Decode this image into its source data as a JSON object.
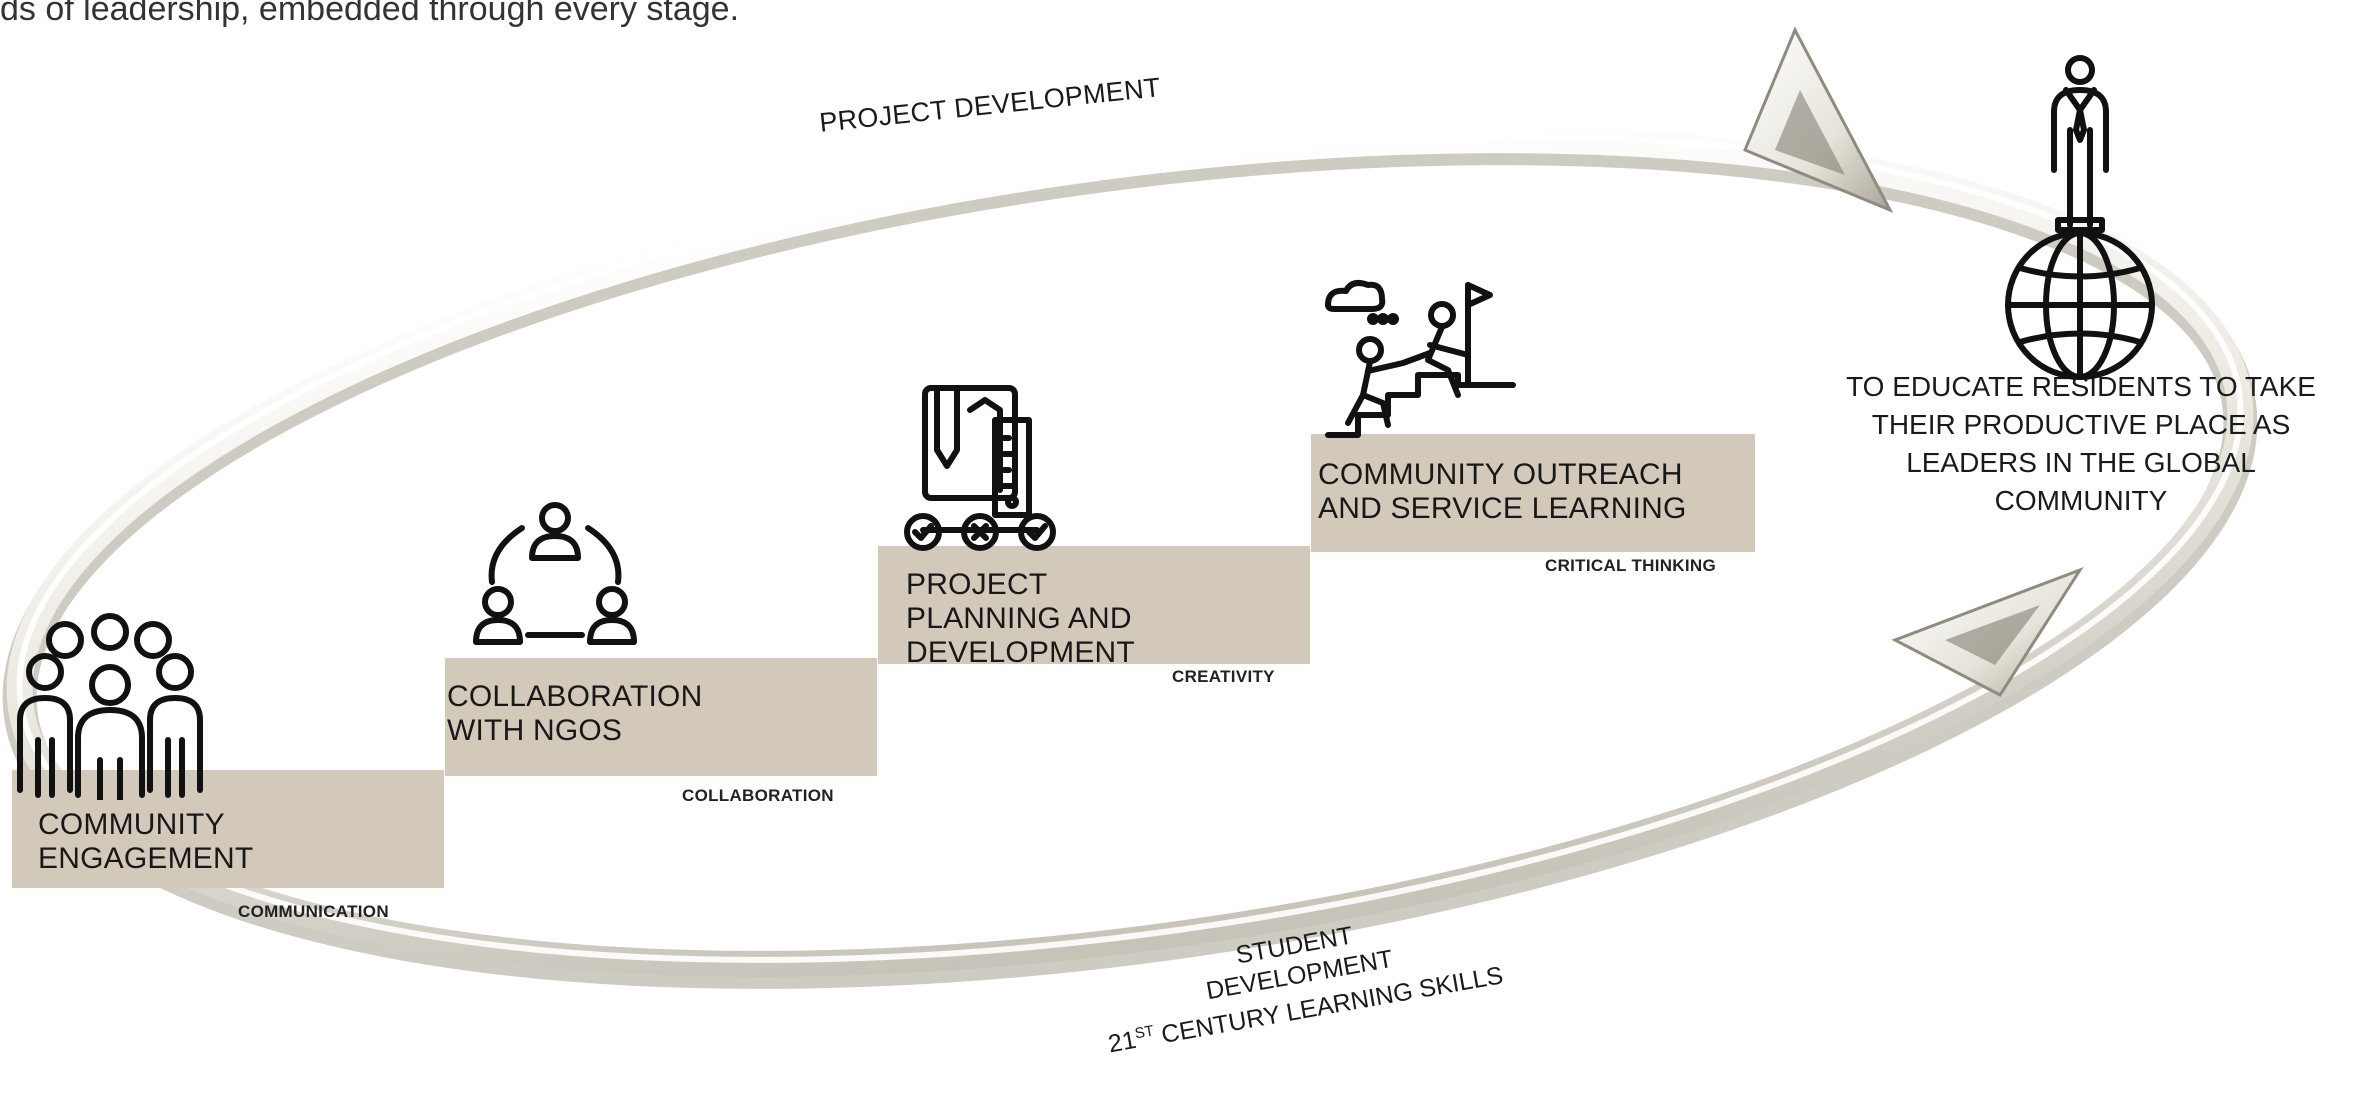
{
  "intro_text": "ds of leadership, embedded through every stage.",
  "arc_labels": {
    "top": "PROJECT DEVELOPMENT",
    "bottom_line1": "STUDENT",
    "bottom_line2": "DEVELOPMENT",
    "bottom_line3_prefix": "21",
    "bottom_line3_sup": "ST",
    "bottom_line3_rest": " CENTURY LEARNING SKILLS"
  },
  "goal": {
    "line1": "TO EDUCATE RESIDENTS TO TAKE",
    "line2": "THEIR PRODUCTIVE PLACE AS",
    "line3": "LEADERS IN THE GLOBAL",
    "line4": "COMMUNITY"
  },
  "steps": [
    {
      "line1": "COMMUNITY",
      "line2": "ENGAGEMENT",
      "line3": "",
      "skill": "COMMUNICATION"
    },
    {
      "line1": "COLLABORATION",
      "line2": "WITH NGOS",
      "line3": "",
      "skill": "COLLABORATION"
    },
    {
      "line1": "PROJECT",
      "line2": "PLANNING AND",
      "line3": "DEVELOPMENT",
      "skill": "CREATIVITY"
    },
    {
      "line1": "COMMUNITY OUTREACH",
      "line2": "AND SERVICE LEARNING",
      "line3": "",
      "skill": "CRITICAL THINKING"
    }
  ],
  "colors": {
    "step_fill": "#d3c9bb",
    "ring_light": "#f4f2ec",
    "ring_shadow": "#b9b6ad",
    "ink": "#1c1c1c"
  },
  "icons": {
    "step1": "group-of-people-icon",
    "step2": "network-people-icon",
    "step3": "planning-tools-icon",
    "step4": "climbing-to-flag-icon",
    "goal": "leader-on-globe-icon"
  }
}
